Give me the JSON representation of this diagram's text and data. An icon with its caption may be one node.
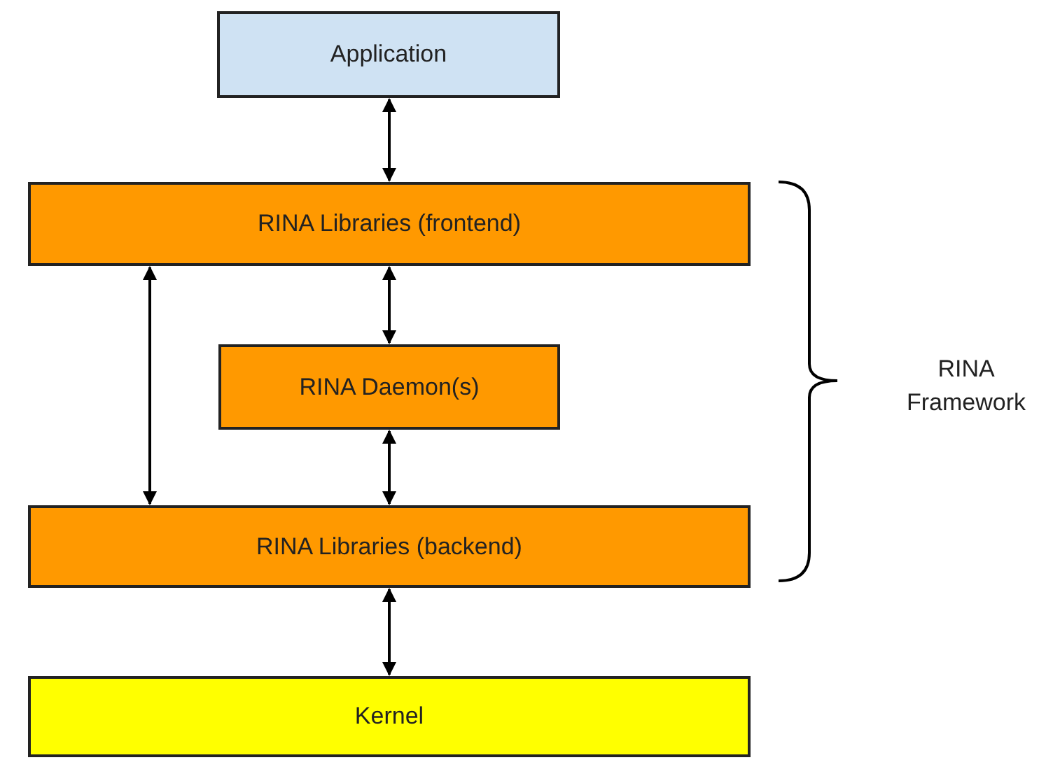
{
  "diagram": {
    "nodes": [
      {
        "text": [
          "Application"
        ]
      },
      {
        "text": [
          "RINA Libraries (frontend)"
        ]
      },
      {
        "text": [
          "RINA Daemon(s)"
        ]
      },
      {
        "text": [
          "RINA Libraries (backend)"
        ]
      },
      {
        "text": [
          "Kernel"
        ]
      }
    ],
    "edges": [
      {
        "from": 0,
        "to": 1,
        "arrow": "both"
      },
      {
        "from": 1,
        "to": 2,
        "arrow": "both"
      },
      {
        "from": 2,
        "to": 3,
        "arrow": "both"
      },
      {
        "from": 1,
        "to": 3,
        "arrow": "both"
      },
      {
        "from": 3,
        "to": 4,
        "arrow": "both"
      }
    ],
    "labels": [
      "RINA Framework"
    ]
  }
}
